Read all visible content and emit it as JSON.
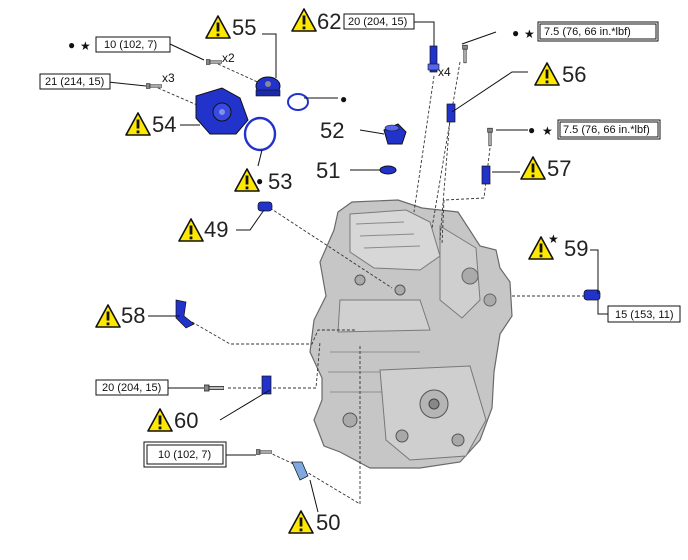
{
  "callouts": {
    "c55": "55",
    "c62": "62",
    "c56": "56",
    "c54": "54",
    "c52": "52",
    "c51": "51",
    "c53": "53",
    "c57": "57",
    "c49": "49",
    "c59": "59",
    "c58": "58",
    "c60": "60",
    "c50": "50"
  },
  "torques": {
    "t_top_left": "10 (102, 7)",
    "t_left": "21 (214, 15)",
    "t_62": "20 (204, 15)",
    "t_56": "7.5 (76, 66 in.*lbf)",
    "t_57": "7.5 (76, 66 in.*lbf)",
    "t_59": "15 (153, 11)",
    "t_60": "20 (204, 15)",
    "t_50": "10 (102, 7)"
  },
  "quantities": {
    "x2": "x2",
    "x3": "x3",
    "x4": "x4"
  },
  "symbols": {
    "star": "★",
    "dot": "●"
  },
  "colors": {
    "warning_fill": "#ffe800",
    "part_blue": "#2233cc",
    "part_light_blue": "#7fa8e0",
    "engine_gray": "#b8b8b8"
  }
}
